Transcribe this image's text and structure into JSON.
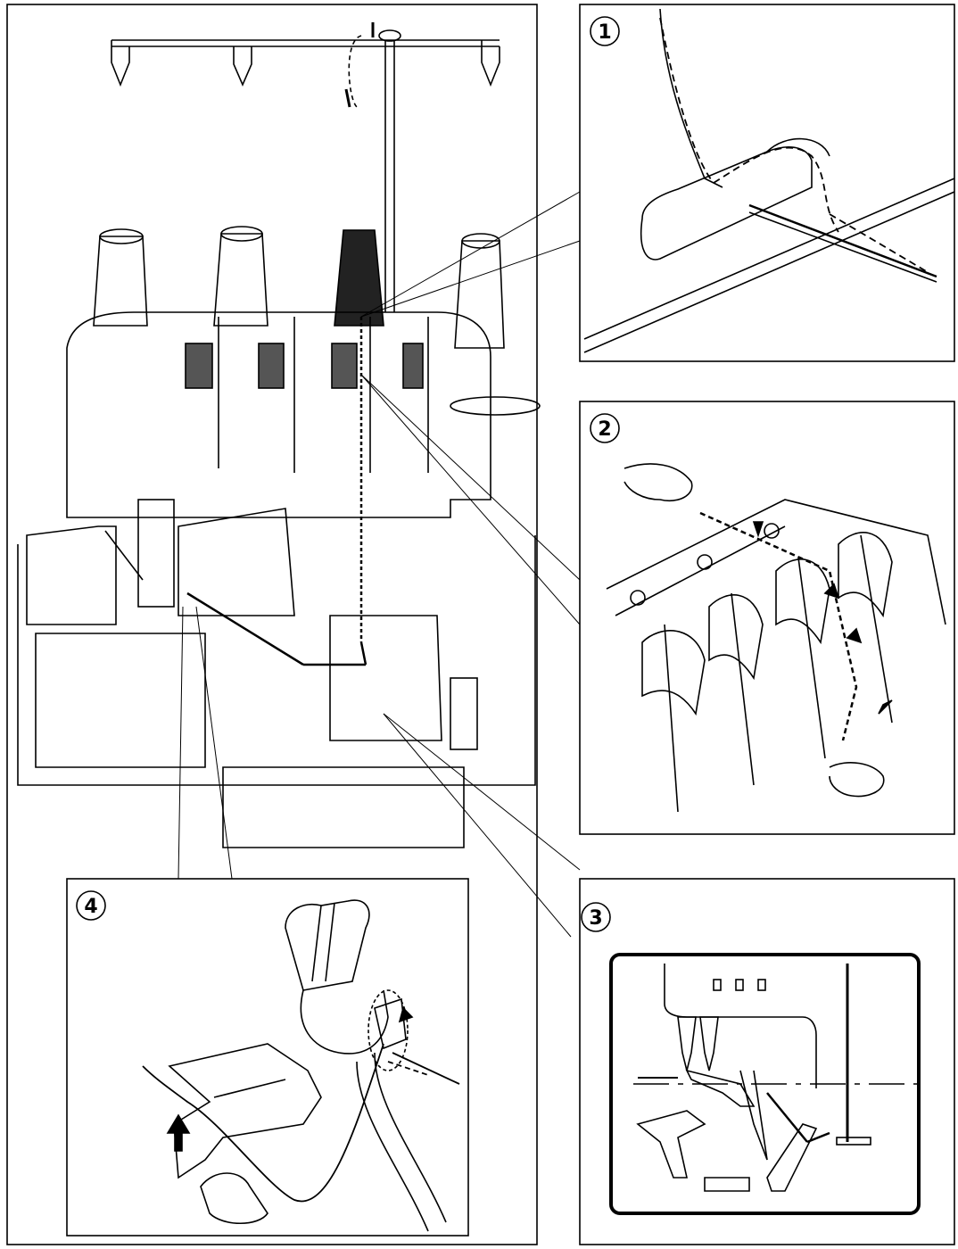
{
  "steps": [
    {
      "id": "step-1",
      "number": "1"
    },
    {
      "id": "step-2",
      "number": "2"
    },
    {
      "id": "step-3",
      "number": "3"
    },
    {
      "id": "step-4",
      "number": "4"
    }
  ],
  "colors": {
    "line": "#000000",
    "thread": "#000000",
    "background": "#ffffff",
    "shade": "#cccccc"
  },
  "icons": [
    "thread-stand-icon",
    "spool-icon",
    "serger-machine-icon",
    "thread-guide-icon",
    "tension-dial-icon",
    "needle-icon",
    "looper-icon",
    "finger-hand-icon",
    "arrow-icon"
  ]
}
